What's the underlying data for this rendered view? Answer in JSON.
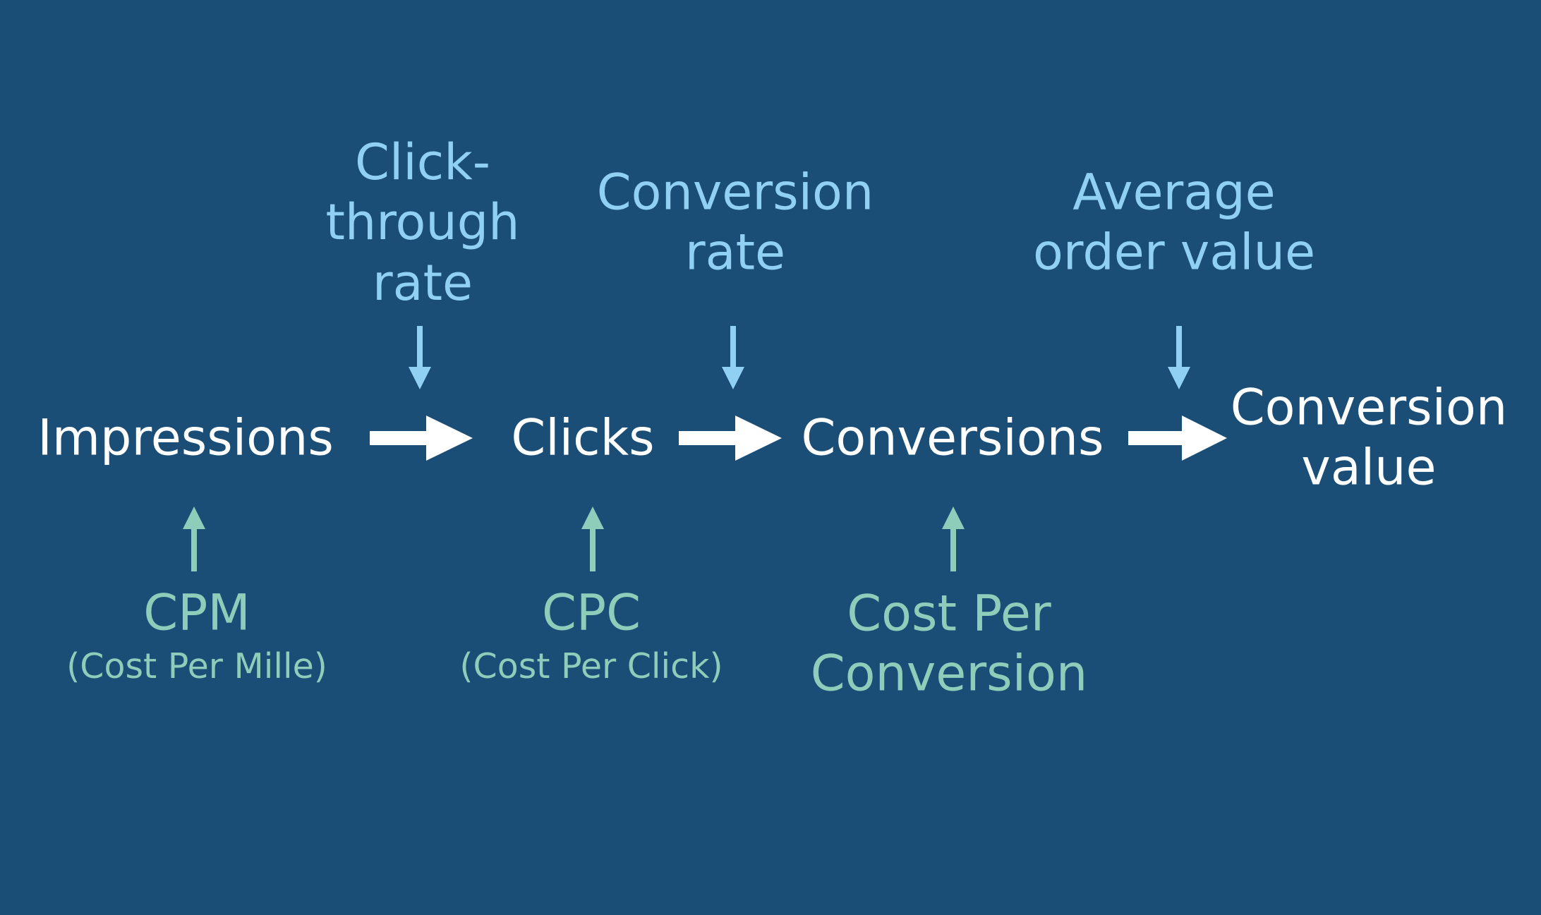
{
  "diagram": {
    "stages": {
      "impressions": "Impressions",
      "clicks": "Clicks",
      "conversions": "Conversions",
      "conversion_value": [
        "Conversion",
        "value"
      ]
    },
    "rates": {
      "ctr": [
        "Click-",
        "through",
        "rate"
      ],
      "conversion_rate": [
        "Conversion",
        "rate"
      ],
      "aov": [
        "Average",
        "order value"
      ]
    },
    "costs": {
      "cpm": {
        "abbr": "CPM",
        "full": "(Cost Per Mille)"
      },
      "cpc": {
        "abbr": "CPC",
        "full": "(Cost Per Click)"
      },
      "cost_per_conversion": [
        "Cost Per",
        "Conversion"
      ]
    },
    "icons": {
      "flow_arrow": "right-arrow-icon",
      "rate_arrow": "down-arrow-icon",
      "cost_arrow": "up-arrow-icon"
    },
    "colors": {
      "background": "#1a4e76",
      "stage_text": "#ffffff",
      "rate_text": "#8fd0f3",
      "cost_text": "#8fcdbb"
    }
  }
}
